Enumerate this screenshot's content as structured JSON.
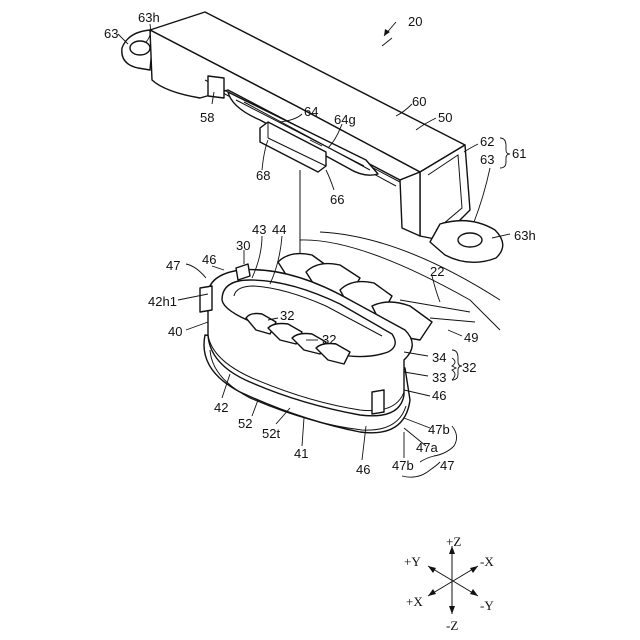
{
  "figure_label": "20",
  "labels": {
    "l63": "63",
    "l63h_top": "63h",
    "l58": "58",
    "l64": "64",
    "l64g": "64g",
    "l60": "60",
    "l50": "50",
    "l62": "62",
    "l63_right": "63",
    "l61": "61",
    "l68": "68",
    "l66": "66",
    "l63h_right": "63h",
    "l43": "43",
    "l44": "44",
    "l30": "30",
    "l47_top": "47",
    "l46_top": "46",
    "l22": "22",
    "l42h1": "42h1",
    "l40": "40",
    "l32_a": "32",
    "l32_b": "32",
    "l49": "49",
    "l34": "34",
    "l33": "33",
    "l32_group": "32",
    "l46_right": "46",
    "l42": "42",
    "l52": "52",
    "l52t": "52t",
    "l41": "41",
    "l47b_a": "47b",
    "l47a": "47a",
    "l47b_b": "47b",
    "l46_bottom": "46",
    "l47_bottom": "47"
  },
  "axes": {
    "pz": "+Z",
    "nz": "-Z",
    "py": "+Y",
    "ny": "-Y",
    "px": "+X",
    "nx": "-X"
  }
}
